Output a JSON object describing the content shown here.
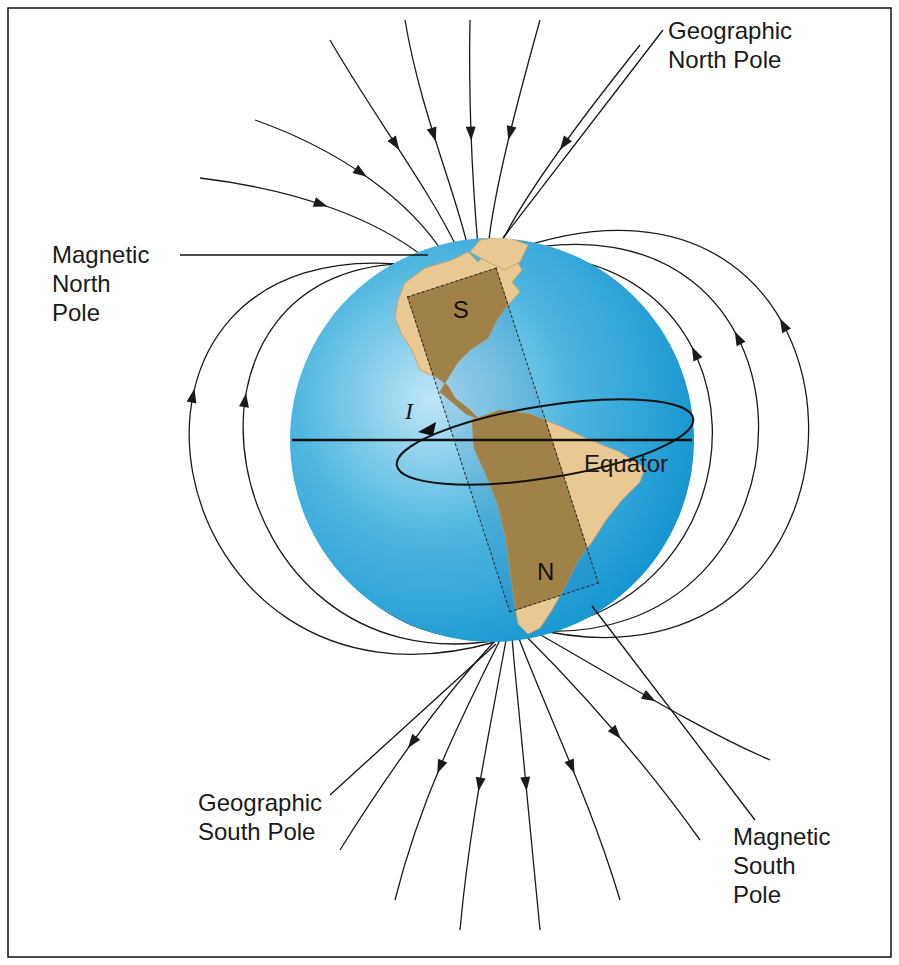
{
  "diagram": {
    "nodes": [
      {
        "text": [
          "S",
          "N"
        ]
      }
    ],
    "labels": [
      "Geographic North Pole",
      "Magnetic North Pole",
      "I",
      "Equator",
      "Geographic South Pole",
      "Magnetic South Pole"
    ]
  }
}
